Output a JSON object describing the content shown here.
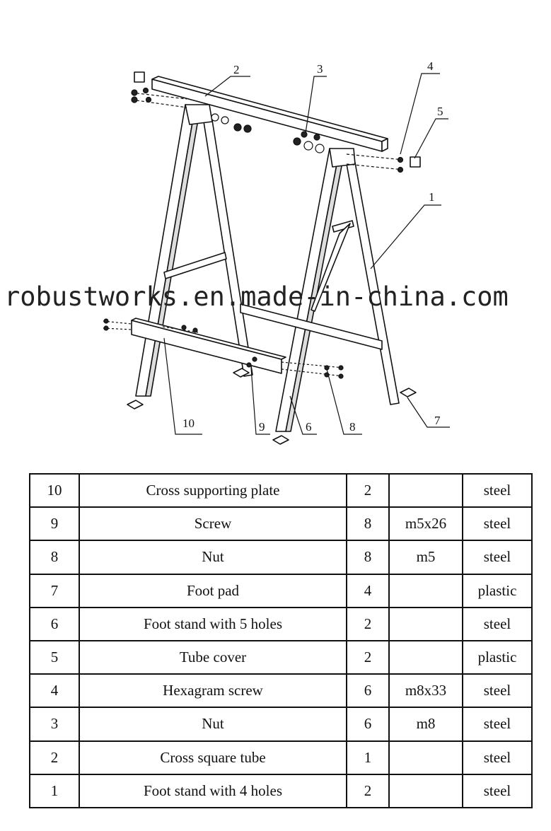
{
  "watermark": "robustworks.en.made-in-china.com",
  "callouts": [
    "1",
    "2",
    "3",
    "4",
    "5",
    "6",
    "7",
    "8",
    "9",
    "10"
  ],
  "parts": [
    {
      "no": "10",
      "name": "Cross supporting plate",
      "qty": "2",
      "spec": "",
      "material": "steel"
    },
    {
      "no": "9",
      "name": "Screw",
      "qty": "8",
      "spec": "m5x26",
      "material": "steel"
    },
    {
      "no": "8",
      "name": "Nut",
      "qty": "8",
      "spec": "m5",
      "material": "steel"
    },
    {
      "no": "7",
      "name": "Foot pad",
      "qty": "4",
      "spec": "",
      "material": "plastic"
    },
    {
      "no": "6",
      "name": "Foot stand with 5 holes",
      "qty": "2",
      "spec": "",
      "material": "steel"
    },
    {
      "no": "5",
      "name": "Tube cover",
      "qty": "2",
      "spec": "",
      "material": "plastic"
    },
    {
      "no": "4",
      "name": "Hexagram screw",
      "qty": "6",
      "spec": "m8x33",
      "material": "steel"
    },
    {
      "no": "3",
      "name": "Nut",
      "qty": "6",
      "spec": "m8",
      "material": "steel"
    },
    {
      "no": "2",
      "name": "Cross square tube",
      "qty": "1",
      "spec": "",
      "material": "steel"
    },
    {
      "no": "1",
      "name": "Foot stand with 4 holes",
      "qty": "2",
      "spec": "",
      "material": "steel"
    }
  ]
}
